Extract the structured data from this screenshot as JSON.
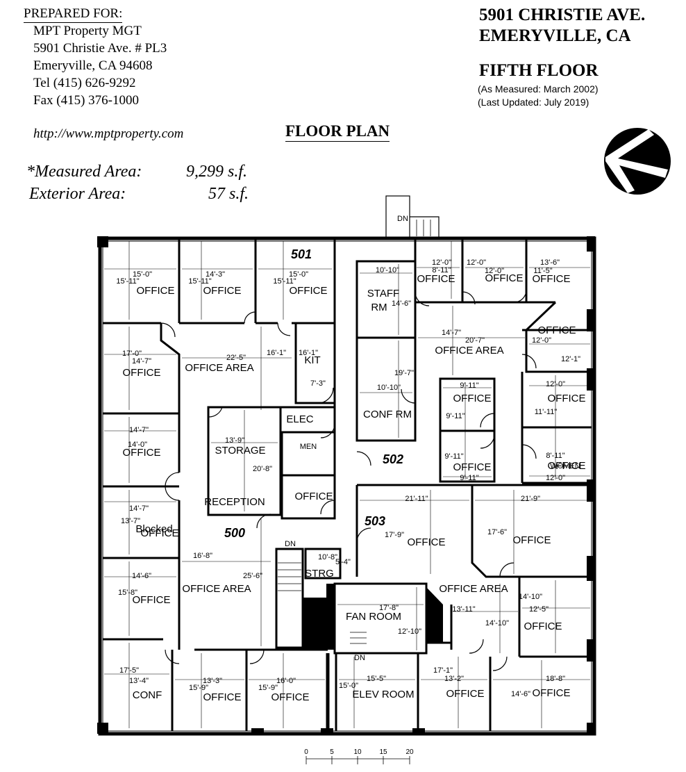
{
  "prepared": {
    "heading": "PREPARED FOR:",
    "lines": [
      "MPT Property MGT",
      "5901 Christie Ave. # PL3",
      "Emeryville, CA 94608",
      "Tel  (415) 626-9292",
      "Fax (415) 376-1000"
    ],
    "url": "http://www.mptproperty.com"
  },
  "building": {
    "address1": "5901 CHRISTIE AVE.",
    "address2": "EMERYVILLE, CA",
    "floor": "FIFTH FLOOR",
    "measured": "(As Measured:  March 2002)",
    "updated": "(Last Updated:  July 2019)"
  },
  "plan_title": "FLOOR PLAN",
  "areas": {
    "measured_label": "*Measured Area:",
    "measured_value": "9,299 s.f.",
    "exterior_label": "Exterior Area:",
    "exterior_value": "57 s.f."
  },
  "suites": [
    "501",
    "502",
    "503",
    "500"
  ],
  "rooms": [
    "OFFICE",
    "OFFICE",
    "OFFICE",
    "STAFF",
    "RM",
    "OFFICE",
    "OFFICE",
    "OFFICE",
    "OFFICE",
    "OFFICE AREA",
    "OFFICE",
    "OFFICE AREA",
    "KIT",
    "OFFICE",
    "ELEC",
    "CONF RM",
    "OFFICE",
    "OFFICE",
    "STORAGE",
    "MEN",
    "OFFICE",
    "WOMEN",
    "OFFICE",
    "Blocked",
    "RECEPTION",
    "OFFICE",
    "OFFICE",
    "OFFICE AREA",
    "STRG",
    "OFFICE AREA",
    "FAN ROOM",
    "OFFICE",
    "OFFICE",
    "CONF",
    "OFFICE",
    "OFFICE",
    "ELEV ROOM",
    "OFFICE",
    "OFFICE",
    "OFFICE",
    "OFFICE",
    "DN",
    "DN",
    "DN"
  ],
  "dimensions": [
    "15'-0\"",
    "15'-11\"",
    "14'-3\"",
    "15'-11\"",
    "15'-0\"",
    "15'-11\"",
    "10'-10\"",
    "14'-6\"",
    "8'-11\"",
    "12'-0\"",
    "12'-0\"",
    "12'-0\"",
    "13'-6\"",
    "11'-5\"",
    "14'-7\"",
    "20'-7\"",
    "12'-0\"",
    "12'-1\"",
    "22'-5\"",
    "16'-1\"",
    "16'-1\"",
    "17'-0\"",
    "14'-7\"",
    "19'-7\"",
    "10'-10\"",
    "7'-3\"",
    "9'-11\"",
    "9'-11\"",
    "12'-0\"",
    "11'-11\"",
    "14'-7\"",
    "14'-0\"",
    "13'-9\"",
    "20'-8\"",
    "9'-11\"",
    "9'-11\"",
    "8'-11\"",
    "12'-0\"",
    "14'-7\"",
    "13'-7\"",
    "21'-11\"",
    "21'-9\"",
    "17'-9\"",
    "17'-6\"",
    "16'-8\"",
    "10'-8\"",
    "5'-4\"",
    "14'-6\"",
    "25'-6\"",
    "15'-8\"",
    "17'-8\"",
    "13'-11\"",
    "14'-10\"",
    "14'-10\"",
    "12'-5\"",
    "12'-10\"",
    "17'-5\"",
    "13'-4\"",
    "13'-3\"",
    "15'-9\"",
    "16'-0\"",
    "15'-9\"",
    "15'-5\"",
    "15'-0\"",
    "17'-1\"",
    "13'-2\"",
    "18'-8\"",
    "14'-6\""
  ],
  "scale_ticks": [
    "0",
    "5",
    "10",
    "15",
    "20"
  ]
}
